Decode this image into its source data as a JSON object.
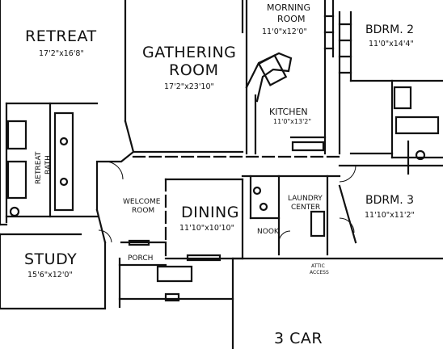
{
  "rooms": {
    "retreat": {
      "name": "RETREAT",
      "dims": "17'2\"x16'8\""
    },
    "gathering": {
      "name_line1": "GATHERING",
      "name_line2": "ROOM",
      "dims": "17'2\"x23'10\""
    },
    "morning": {
      "name_line1": "MORNING",
      "name_line2": "ROOM",
      "dims": "11'0\"x12'0\""
    },
    "kitchen": {
      "name": "KITCHEN",
      "dims": "11'0\"x13'2\""
    },
    "bdrm2": {
      "name": "BDRM. 2",
      "dims": "11'0\"x14'4\""
    },
    "bdrm3": {
      "name": "BDRM. 3",
      "dims": "11'10\"x11'2\""
    },
    "retreat_bath": {
      "name_line1": "RETREAT",
      "name_line2": "BATH"
    },
    "welcome": {
      "name_line1": "WELCOME",
      "name_line2": "ROOM"
    },
    "dining": {
      "name": "DINING",
      "dims": "11'10\"x10'10\""
    },
    "laundry": {
      "name_line1": "LAUNDRY",
      "name_line2": "CENTER"
    },
    "nook": {
      "name": "NOOK"
    },
    "study": {
      "name": "STUDY",
      "dims": "15'6\"x12'0\""
    },
    "porch": {
      "name": "PORCH"
    },
    "garage": {
      "name": "3 CAR"
    },
    "attic": {
      "line1": "ATTIC",
      "line2": "ACCESS"
    }
  }
}
